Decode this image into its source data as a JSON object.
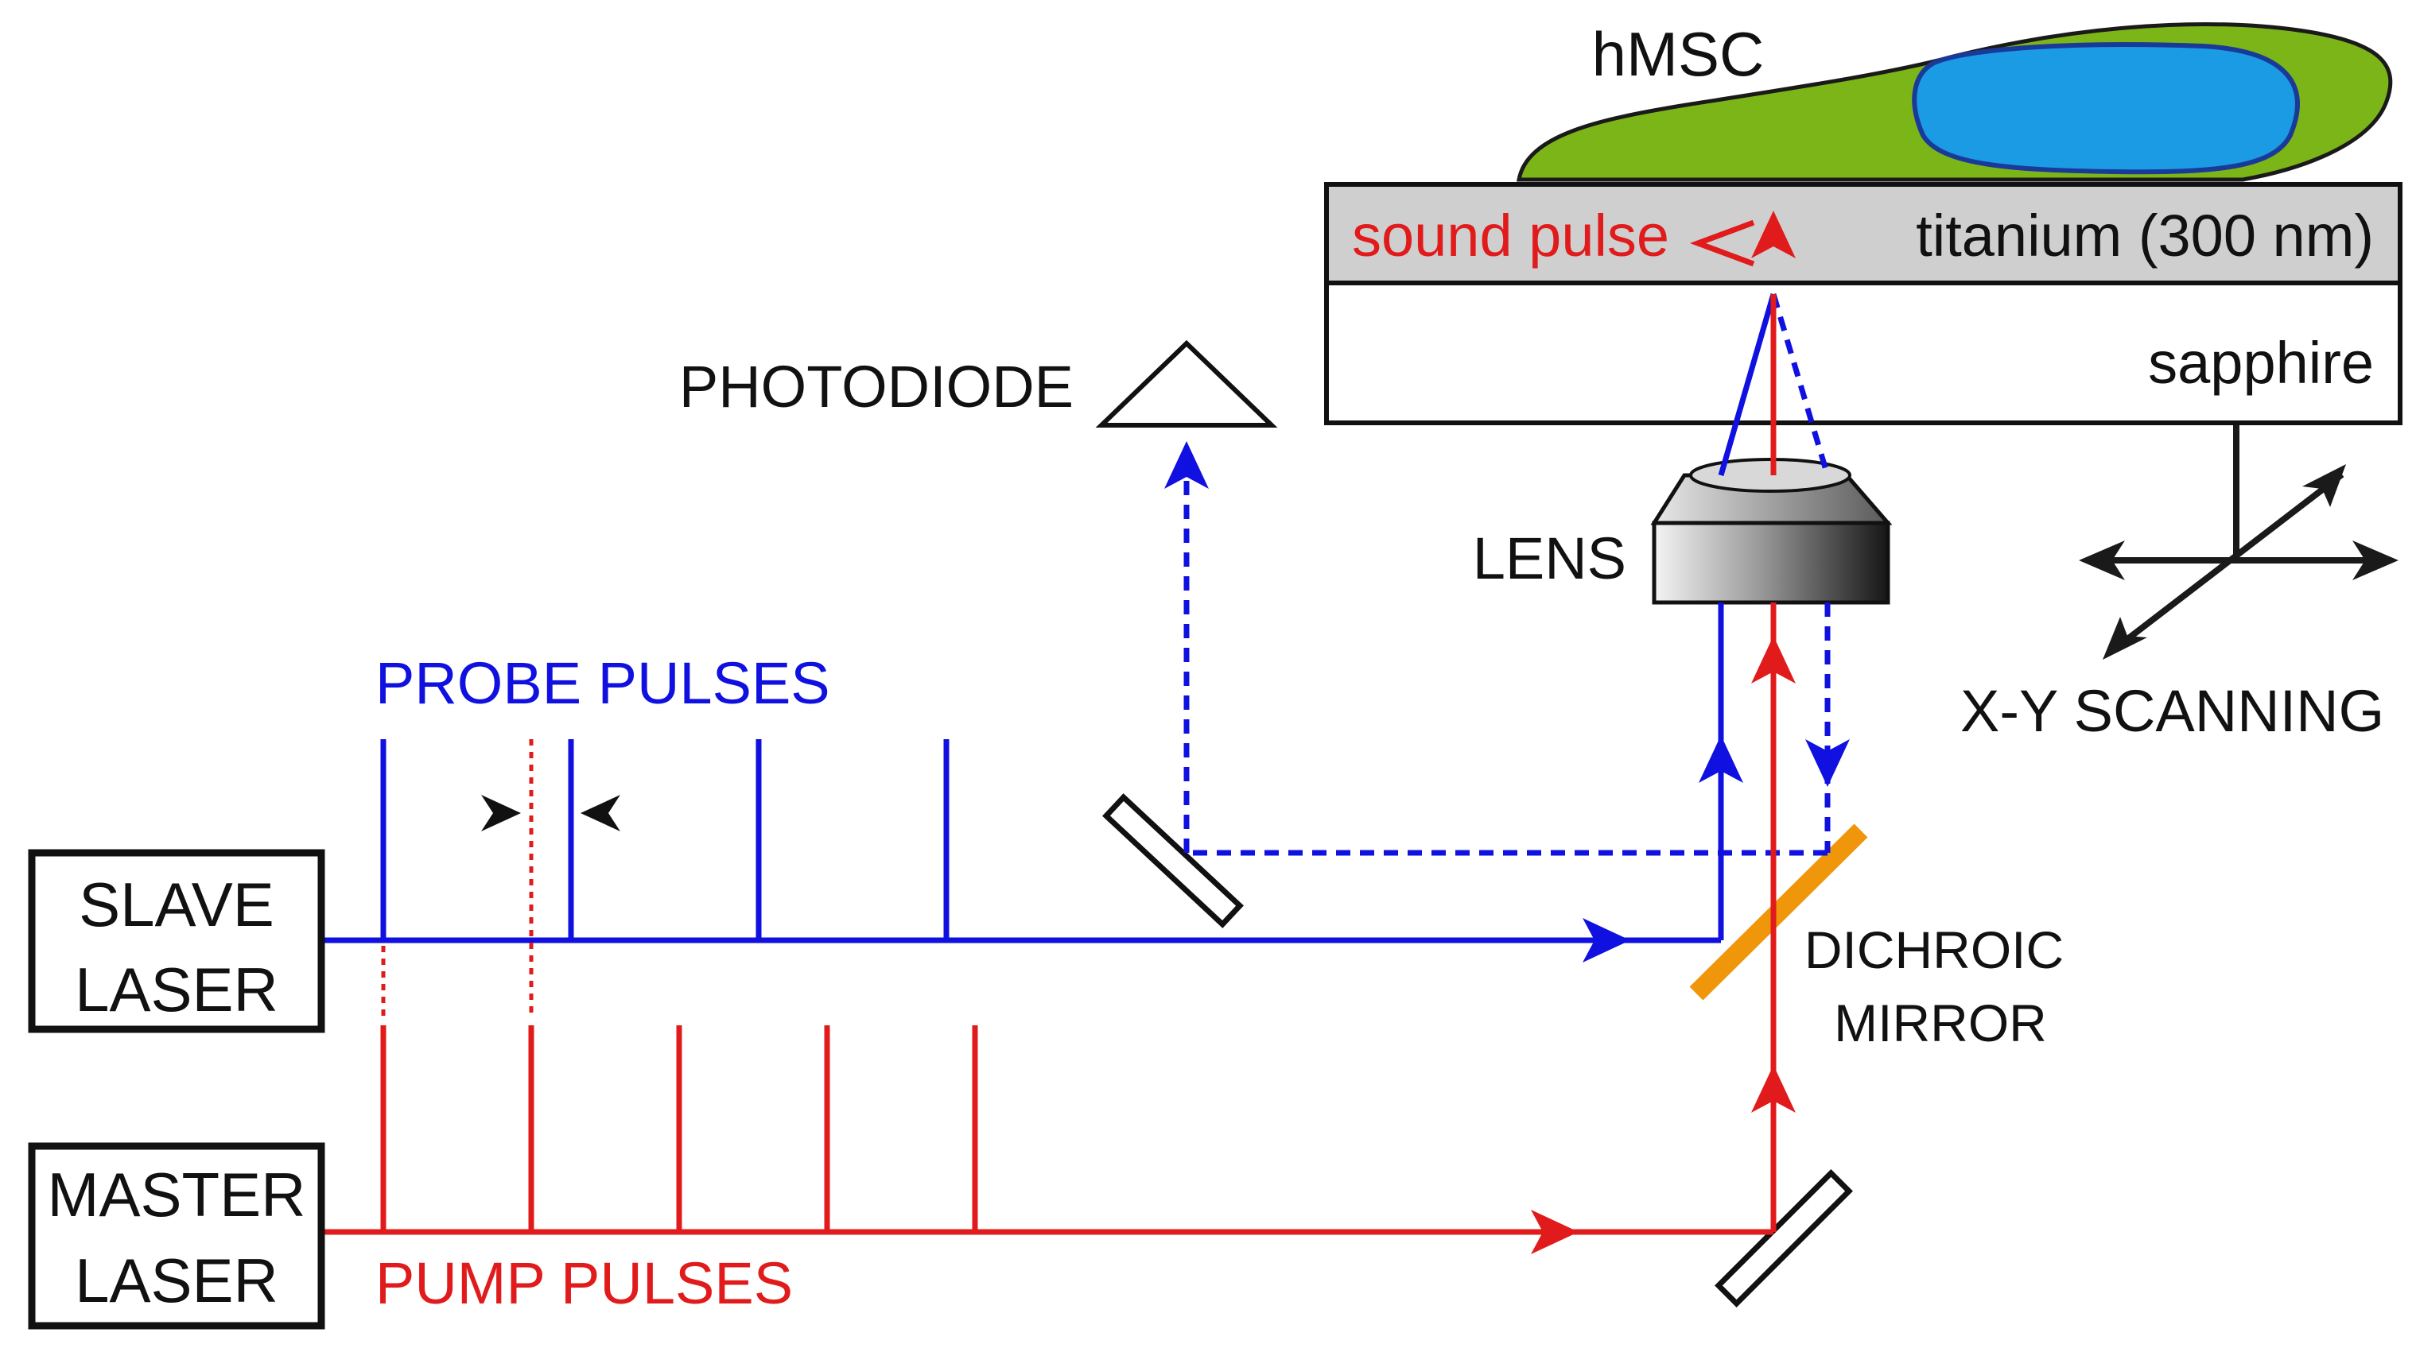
{
  "labels": {
    "cell": "hMSC",
    "sound_pulse": "sound pulse",
    "titanium": "titanium (300 nm)",
    "sapphire": "sapphire",
    "photodiode": "PHOTODIODE",
    "lens": "LENS",
    "xy_scanning": "X-Y SCANNING",
    "probe_pulses": "PROBE PULSES",
    "pump_pulses": "PUMP PULSES",
    "dichroic_line1": "DICHROIC",
    "dichroic_line2": "MIRROR",
    "slave_line1": "SLAVE",
    "slave_line2": "LASER",
    "master_line1": "MASTER",
    "master_line2": "LASER"
  },
  "colors": {
    "probe": "#1010e0",
    "pump": "#e11b1b",
    "cell_body": "#7cb518",
    "nucleus": "#1a9be3",
    "titanium": "#cfcfcf",
    "dichroic": "#f0960a",
    "ink": "#111111"
  }
}
